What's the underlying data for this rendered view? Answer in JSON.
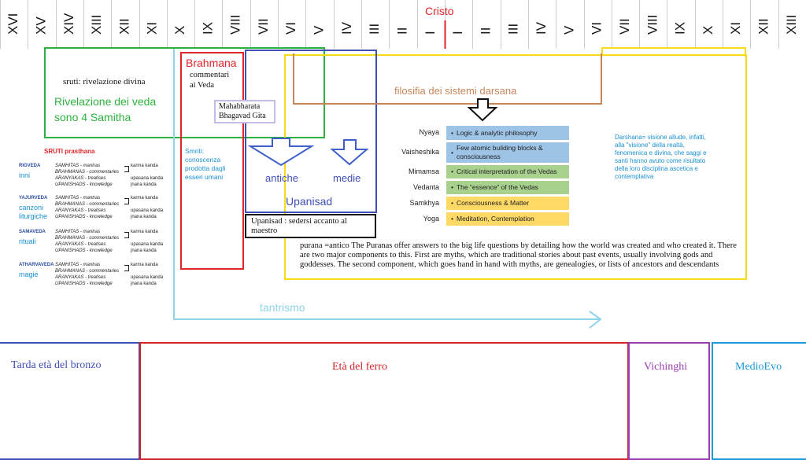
{
  "timeline": {
    "centuries": [
      "XVI",
      "XV",
      "XIV",
      "XIII",
      "XII",
      "XI",
      "X",
      "IX",
      "VIII",
      "VII",
      "VI",
      "V",
      "IV",
      "III",
      "II",
      "I",
      "I",
      "II",
      "III",
      "IV",
      "V",
      "VI",
      "VII",
      "VIII",
      "IX",
      "X",
      "XI",
      "XII",
      "XIII"
    ],
    "marker_label": "Cristo",
    "colors": {
      "grid": "#cccccc",
      "marker": "#e0252a",
      "text": "#111111"
    }
  },
  "sruti_box": {
    "heading": "sruti: rivelazione divina",
    "line1": "Rivelazione dei veda",
    "line2": "sono 4 Samitha"
  },
  "brahmana": {
    "title": "Brahmana",
    "sub1": "commentari",
    "sub2": "ai Veda"
  },
  "mahabharata": {
    "line1": "Mahabharata",
    "line2": "Bhagavad Gita"
  },
  "smriti": {
    "l1": "Smriti:",
    "l2": "conoscenza",
    "l3": "prodotta dagli",
    "l4": "esseri umani"
  },
  "upanisad": {
    "antiche": "antiche",
    "medie": "medie",
    "title": "Upanisad",
    "note": "Upanisad : sedersi accanto al maestro"
  },
  "darsana_title": "filosifia dei sistemi darsana",
  "darsana_systems": [
    {
      "name": "Nyaya",
      "desc": "Logic & analytic philosophy",
      "color": "#9dc3e6"
    },
    {
      "name": "Vaisheshika",
      "desc": "Few atomic building blocks & consciousness",
      "color": "#9dc3e6"
    },
    {
      "name": "Mimamsa",
      "desc": "Critical interpretation of the Vedas",
      "color": "#a9d18e"
    },
    {
      "name": "Vedanta",
      "desc": "The “essence” of the Vedas",
      "color": "#a9d18e"
    },
    {
      "name": "Samkhya",
      "desc": "Consciousness & Matter",
      "color": "#ffd966"
    },
    {
      "name": "Yoga",
      "desc": "Meditation, Contemplation",
      "color": "#ffd966"
    }
  ],
  "darsana_note": "Darshana= visione allude, infatti, alla \"visione\" della realtà, fenomenica e divina, che saggi e santi hanno avuto come risultato della loro disciplina ascetica e contemplativa",
  "purana_text": "purana =antico  The Puranas offer answers to the big life questions by detailing how the world was created and who created it. There are two major components to this. First are myths, which are traditional stories about past events, usually involving gods and goddesses. The second component, which goes hand in hand with myths, are genealogies, or lists of ancestors and descendants",
  "tantrismo": "tantrismo",
  "sruti_prasthana": {
    "title": "SRUTI prasthana",
    "vedas": [
      {
        "name": "RIGVEDA",
        "sub": "inni"
      },
      {
        "name": "YAJURVEDA",
        "sub": "canzoni liturgiche"
      },
      {
        "name": "SAMAVEDA",
        "sub": "rituali"
      },
      {
        "name": "ATHARVAVEDA",
        "sub": "magie"
      }
    ],
    "rows": [
      "SAMHITAS - mantras",
      "BRAHMANAS - commentaries",
      "ARANYAKAS - treatises",
      "UPANISHADS - knowledge"
    ],
    "kandas": [
      "karma kanda",
      "upasana kanda",
      "jnana kanda"
    ]
  },
  "eras": [
    {
      "label": "Tarda età del bronzo",
      "color": "#3f4fb5"
    },
    {
      "label": "Età del ferro",
      "color": "#d0232a"
    },
    {
      "label": "Vichinghi",
      "color": "#9b3fb0"
    },
    {
      "label": "MedioEvo",
      "color": "#1a9ad8"
    }
  ]
}
